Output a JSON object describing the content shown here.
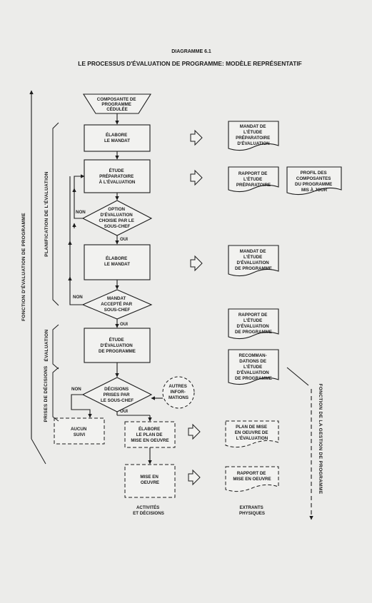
{
  "header": {
    "number": "DIAGRAMME 6.1",
    "title": "LE PROCESSUS D'ÉVALUATION DE PROGRAMME: MODÈLE REPRÉSENTATIF"
  },
  "flow": {
    "start": [
      "COMPOSANTE DE",
      "PROGRAMME",
      "CÉDULÉE"
    ],
    "elabore_mandat_1": [
      "ÉLABORE",
      "LE MANDAT"
    ],
    "etude_preparatoire": [
      "ÉTUDE",
      "PRÉPARATOIRE",
      "À L'ÉVALUATION"
    ],
    "decision_option": [
      "OPTION",
      "D'ÉVALUATION",
      "CHOISIE PAR LE",
      "SOUS-CHEF"
    ],
    "elabore_mandat_2": [
      "ÉLABORE",
      "LE MANDAT"
    ],
    "decision_mandat": [
      "MANDAT",
      "ACCEPTÉ PAR",
      "SOUS-CHEF"
    ],
    "etude_evaluation": [
      "ÉTUDE",
      "D'ÉVALUATION",
      "DE PROGRAMME"
    ],
    "decision_decisions": [
      "DÉCISIONS",
      "PRISES PAR",
      "LE SOUS-CHEF"
    ],
    "autres_informations": [
      "AUTRES",
      "INFOR-",
      "MATIONS"
    ],
    "aucun_suivi": [
      "AUCUN",
      "SUIVI"
    ],
    "elabore_plan": [
      "ÉLABORE",
      "LE PLAN DE",
      "MISE EN OEUVRE"
    ],
    "mise_en_oeuvre": [
      "MISE EN",
      "OEUVRE"
    ],
    "label_non": "NON",
    "label_oui": "OUI"
  },
  "outputs": {
    "mandat_etude": [
      "MANDAT DE",
      "L'ÉTUDE",
      "PRÉPARATOIRE",
      "D'ÉVALUATION"
    ],
    "rapport_preparatoire": [
      "RAPPORT DE",
      "L'ÉTUDE",
      "PRÉPARATOIRE"
    ],
    "profil_composantes": [
      "PROFIL DES",
      "COMPOSANTES",
      "DU PROGRAMME",
      "MIS À JOUR"
    ],
    "mandat_evaluation": [
      "MANDAT DE",
      "L'ÉTUDE",
      "D'ÉVALUATION",
      "DE PROGRAMME"
    ],
    "rapport_evaluation": [
      "RAPPORT DE",
      "L'ÉTUDE",
      "D'ÉVALUATION",
      "DE PROGRAMME"
    ],
    "recommandations": [
      "RECOMMAN-",
      "DATIONS DE",
      "L'ÉTUDE",
      "D'ÉVALUATION",
      "DE PROGRAMME"
    ],
    "plan_mise_en_oeuvre": [
      "PLAN DE MISE",
      "EN OEUVRE DE",
      "L'ÉVALUATION"
    ],
    "rapport_mise_en_oeuvre": [
      "RAPPORT DE",
      "MISE EN OEUVRE"
    ]
  },
  "footer": {
    "activites": [
      "ACTIVITÉS",
      "ET DÉCISIONS"
    ],
    "extrants": [
      "EXTRANTS",
      "PHYSIQUES"
    ]
  },
  "side_labels": {
    "fonction_evaluation": "FONCTION D'ÉVALUATION DE PROGRAMME",
    "planification": "PLANIFICATION DE L'ÉVALUATION",
    "evaluation": "ÉVALUATION",
    "prises_decisions": "PRISES DE DÉCISIONS",
    "fonction_gestion": "FONCTION DE LA GESTION DE PROGRAMME"
  }
}
